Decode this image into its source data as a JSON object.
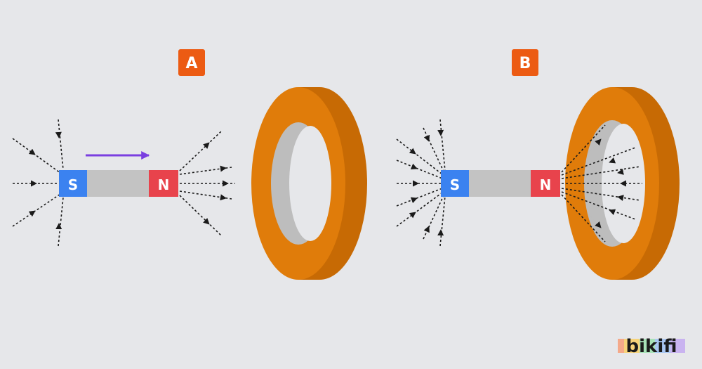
{
  "panels": [
    {
      "label": "A",
      "south_label": "S",
      "north_label": "N"
    },
    {
      "label": "B",
      "south_label": "S",
      "north_label": "N"
    }
  ],
  "brand": {
    "text": "bikifi"
  },
  "colors": {
    "background": "#e6e7ea",
    "badge": "#ec5b13",
    "south_pole": "#3b82f0",
    "north_pole": "#e8434c",
    "magnet_body": "#c3c3c3",
    "ring_front": "#e07c0a",
    "ring_side": "#c76a04",
    "ring_inner": "#bdbdbd",
    "motion_arrow": "#7a3fe0",
    "field_line": "#1a1a1a"
  },
  "icons": {
    "motion": "right-arrow-icon",
    "field": "field-line-arrow-icon"
  }
}
